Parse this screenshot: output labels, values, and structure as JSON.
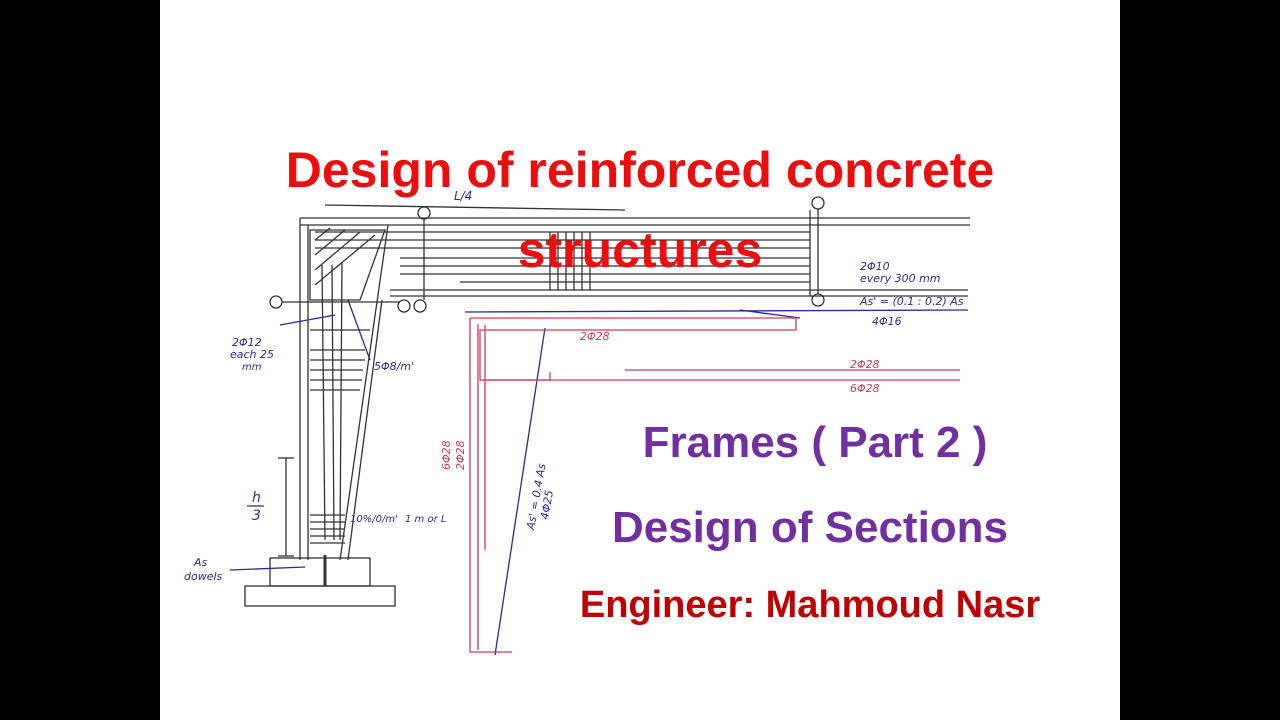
{
  "slide": {
    "title_line1": "Design of reinforced concrete",
    "title_line2": "structures",
    "subtitle_line1": "Frames ( Part 2 )",
    "subtitle_line2": "Design of Sections",
    "author": "Engineer: Mahmoud Nasr"
  },
  "sketch_labels": {
    "span": "L/4",
    "h": "h",
    "h_den": "3",
    "dowels_a": "As",
    "dowels_b": "dowels",
    "stirrups_col": "2Φ12",
    "stirrups_col2": "each 25",
    "stirrups_col3": "mm",
    "stirr_mid": "5Φ8/m'",
    "top_lap": "2Φ10",
    "top_lap2": "every 300 mm",
    "as_prime": "As' = (0.1 : 0.2) As",
    "as_prime_bars": "4Φ16",
    "beam_top": "2Φ28",
    "beam_mid": "2Φ28",
    "beam_bot": "6Φ28",
    "col_out1": "6Φ28",
    "col_out2": "2Φ28",
    "col_in": "As' = 0.4 As",
    "col_in2": "4Φ25",
    "foot_note": "10%/0/m'",
    "foot_note2": "1 m or L"
  },
  "colors": {
    "background": "#000000",
    "slide": "#ffffff",
    "title": "#ee0c0c",
    "subtitle": "#7030a0",
    "author": "#c00000",
    "ink_blue": "#2b2b9a",
    "ink_red": "#d43a5a",
    "ink_black": "#333333"
  }
}
